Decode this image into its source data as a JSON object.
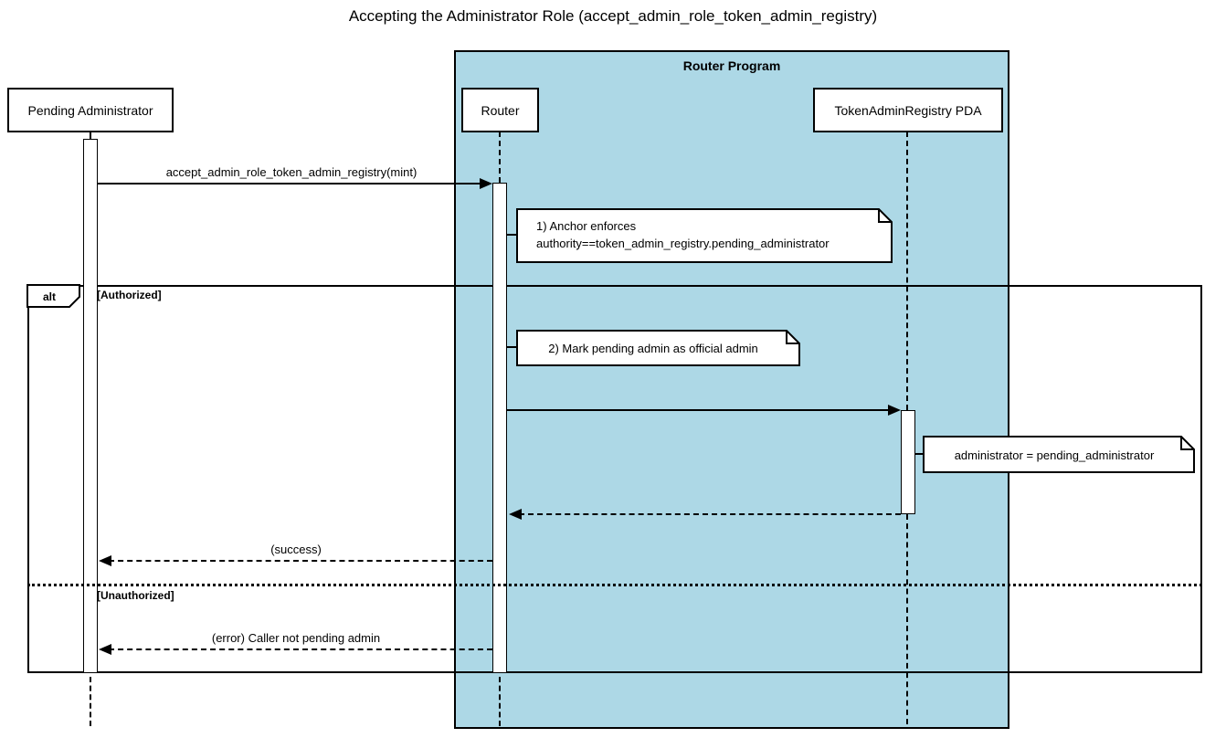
{
  "title": "Accepting the Administrator Role (accept_admin_role_token_admin_registry)",
  "container": {
    "label": "Router Program",
    "fill": "#ADD8E6",
    "border_color": "#000000"
  },
  "participants": {
    "pending_admin": "Pending Administrator",
    "router": "Router",
    "token_admin_registry": "TokenAdminRegistry PDA"
  },
  "messages": {
    "call": "accept_admin_role_token_admin_registry(mint)",
    "update": "",
    "return_update": "",
    "success": "(success)",
    "error": "(error) Caller not pending admin"
  },
  "notes": {
    "note1_line1": "1) Anchor enforces",
    "note1_line2": "authority==token_admin_registry.pending_administrator",
    "note2": "2) Mark pending admin as official admin",
    "note3": "administrator = pending_administrator"
  },
  "alt": {
    "operator": "alt",
    "guard_authorized": "[Authorized]",
    "guard_unauthorized": "[Unauthorized]"
  }
}
